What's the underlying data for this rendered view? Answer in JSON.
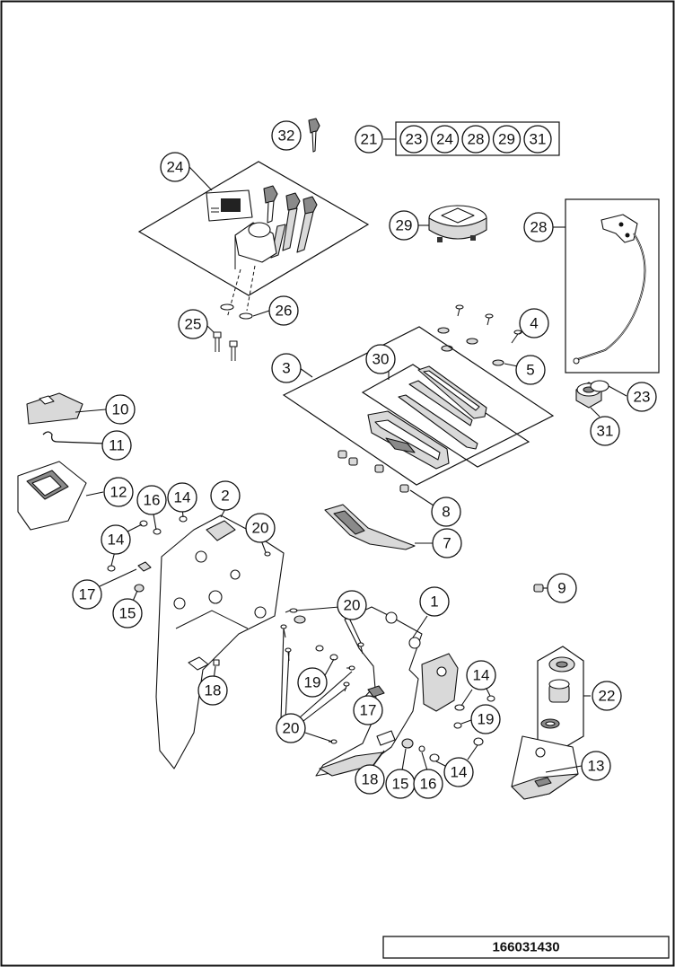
{
  "drawing_number": "166031430",
  "kit_label": "21",
  "kit_items": [
    "23",
    "24",
    "28",
    "29",
    "31"
  ],
  "callouts": {
    "c1": "1",
    "c2": "2",
    "c3": "3",
    "c4": "4",
    "c5": "5",
    "c7": "7",
    "c8": "8",
    "c9": "9",
    "c10": "10",
    "c11": "11",
    "c12": "12",
    "c13": "13",
    "c14a": "14",
    "c14b": "14",
    "c14c": "14",
    "c14d": "14",
    "c15a": "15",
    "c15b": "15",
    "c16a": "16",
    "c16b": "16",
    "c17a": "17",
    "c17b": "17",
    "c18a": "18",
    "c18b": "18",
    "c19a": "19",
    "c19b": "19",
    "c20a": "20",
    "c20b": "20",
    "c20c": "20",
    "c22": "22",
    "c23": "23",
    "c24": "24",
    "c25": "25",
    "c26": "26",
    "c28": "28",
    "c29": "29",
    "c30": "30",
    "c31": "31",
    "c32": "32"
  }
}
